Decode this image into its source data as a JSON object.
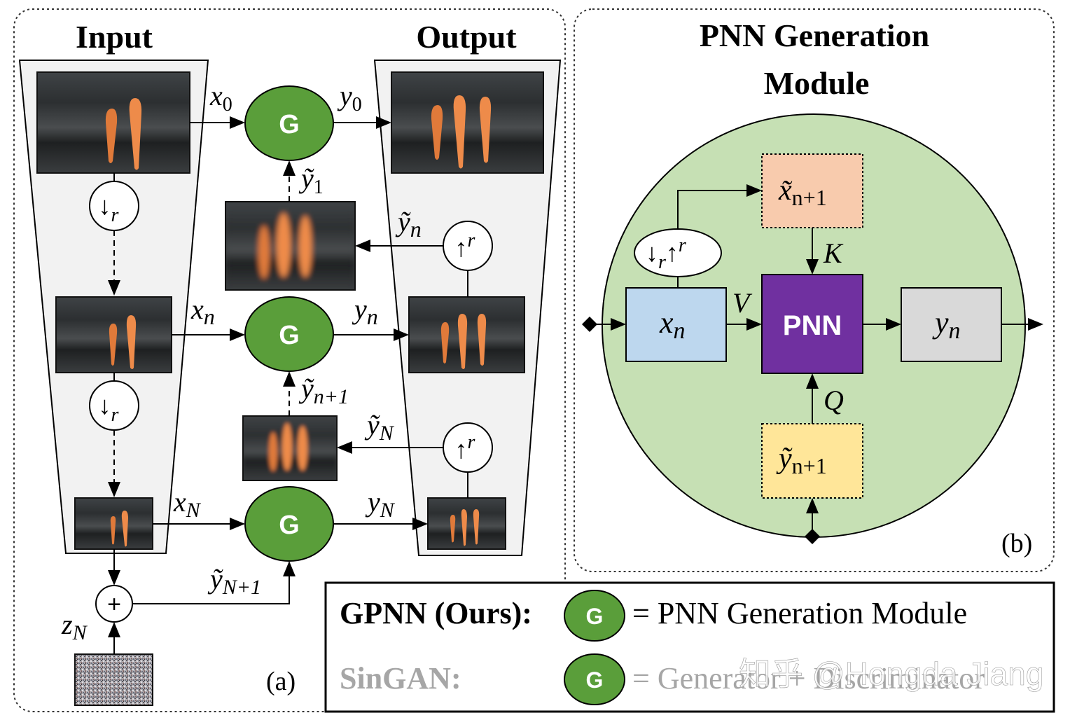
{
  "panel_a": {
    "title_input": "Input",
    "title_output": "Output",
    "x0": "x",
    "x0_sub": "0",
    "xn": "x",
    "xn_sub": "n",
    "xN": "x",
    "xN_sub": "N",
    "y0": "y",
    "y0_sub": "0",
    "yn": "y",
    "yn_sub": "n",
    "yN": "y",
    "yN_sub": "N",
    "ty1": "ỹ",
    "ty1_sub": "1",
    "tyn": "ỹ",
    "tyn_sub": "n",
    "tyn1": "ỹ",
    "tyn1_sub": "n+1",
    "tyN": "ỹ",
    "tyN_sub": "N",
    "tyN1": "ỹ",
    "tyN1_sub": "N+1",
    "zN": "z",
    "zN_sub": "N",
    "down_op": "↓",
    "down_sub": "r",
    "up_op": "↑",
    "up_sup": "r",
    "plus": "+",
    "g_label": "G",
    "caption": "(a)"
  },
  "panel_b": {
    "title_line1": "PNN Generation",
    "title_line2": "Module",
    "xt": "x̃",
    "xt_sub": "n+1",
    "xn": "x",
    "xn_sub": "n",
    "yn": "y",
    "yn_sub": "n",
    "yt": "ỹ",
    "yt_sub": "n+1",
    "pnn": "PNN",
    "k": "K",
    "v": "V",
    "q": "Q",
    "op_down": "↓",
    "op_down_sub": "r",
    "op_up": "↑",
    "op_up_sup": "r",
    "caption": "(b)"
  },
  "legend": {
    "gpnn_label": "GPNN (Ours):",
    "gpnn_desc": "= PNN Generation Module",
    "singan_label": "SinGAN:",
    "singan_desc": "= Generator + Discriminator",
    "g_label": "G"
  },
  "watermark": "知乎 @Hongda Jiang",
  "colors": {
    "g_green": "#5a9e3a",
    "module_green": "#c6e0b4",
    "pnn_purple": "#7030a0",
    "xn_blue": "#bdd7ee",
    "xt_orange": "#f8cbad",
    "yt_yellow": "#ffe699",
    "yn_gray": "#d9d9d9",
    "pyramid_fill": "#f2f2f2"
  }
}
